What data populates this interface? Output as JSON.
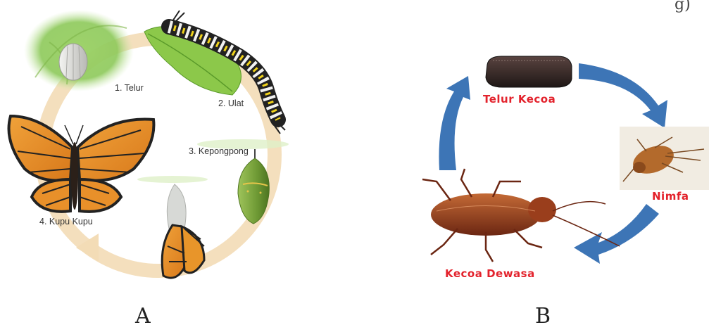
{
  "corner_text": "g)",
  "diagram_a": {
    "caption": "A",
    "stages": [
      {
        "label": "1. Telur"
      },
      {
        "label": "2. Ulat"
      },
      {
        "label": "3. Kepongpong"
      },
      {
        "label": "4. Kupu Kupu"
      }
    ]
  },
  "diagram_b": {
    "caption": "B",
    "stages": [
      {
        "label": "Telur Kecoa"
      },
      {
        "label": "Nimfa"
      },
      {
        "label": "Kecoa Dewasa"
      }
    ]
  },
  "colors": {
    "cycle_ring": "#f3dcb6",
    "arrow_blue": "#3d75b6",
    "label_red": "#e3222c"
  }
}
